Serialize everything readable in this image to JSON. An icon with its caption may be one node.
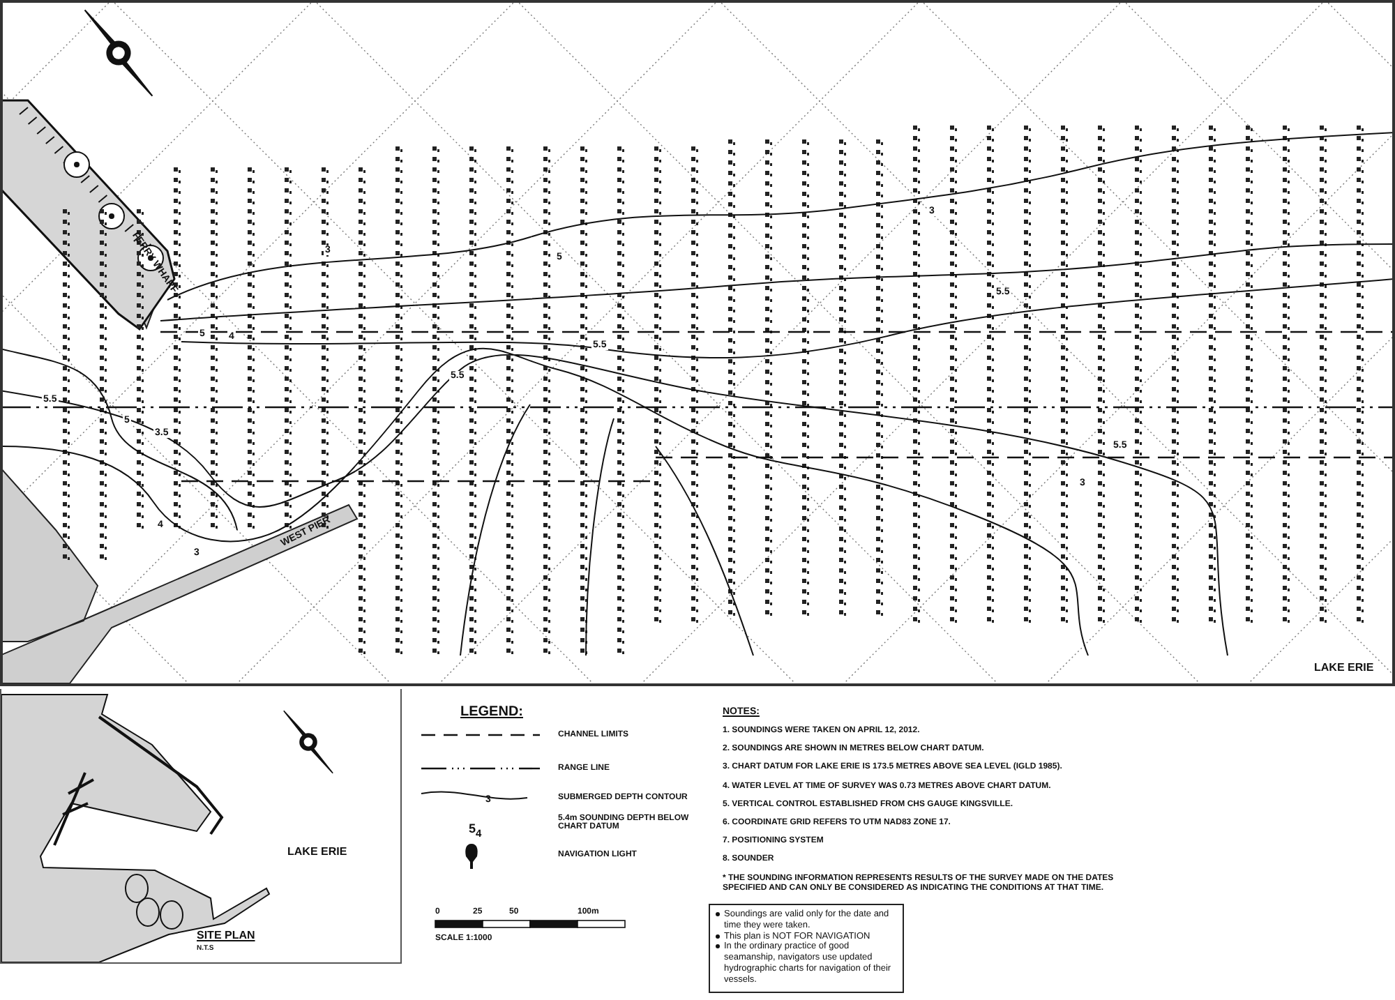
{
  "diagram": {
    "nodes": [
      {
        "text": [
          "LAKE ERIE",
          "SITE PLAN",
          "N.T.S"
        ]
      },
      {
        "text": [
          "Soundings are valid only for the date and time they were taken.",
          "This plan is NOT FOR NAVIGATION",
          "In the ordinary practice of good seamanship, navigators use updated hydrographic charts for navigation of their vessels."
        ]
      }
    ],
    "labels": [
      "FERRY WHARF",
      "3",
      "5",
      "4",
      "5.5",
      "5.5",
      "3.5",
      "5",
      "5.5",
      "5",
      "4",
      "3",
      "3",
      "5.5",
      "5.5",
      "3",
      "WEST PIER",
      "LAKE ERIE",
      "LEGEND:",
      "3",
      "5$_{4}$",
      "0",
      "25",
      "50",
      "100m",
      "SCALE 1:1000",
      "NOTES:",
      "1. SOUNDINGS WERE TAKEN ON APRIL 12, 2012.",
      "2. SOUNDINGS ARE SHOWN IN METRES BELOW CHART DATUM.",
      "3. CHART DATUM FOR LAKE ERIE IS 173.5 METRES ABOVE SEA LEVEL (IGLD 1985).",
      "4. WATER LEVEL AT TIME OF SURVEY WAS 0.73 METRES ABOVE CHART DATUM.",
      "5. VERTICAL CONTROL ESTABLISHED FROM CHS GAUGE KINGSVILLE.",
      "6. COORDINATE GRID REFERS TO UTM NAD83 ZONE 17.",
      "7. POSITIONING SYSTEM",
      "8. SOUNDER",
      "* THE SOUNDING INFORMATION REPRESENTS RESULTS OF THE SURVEY MADE ON THE DATES SPECIFIED AND CAN ONLY BE CONSIDERED AS INDICATING THE CONDITIONS AT THAT TIME."
    ],
    "legend": [
      {
        "text": "CHANNEL LIMITS"
      },
      {
        "text": "RANGE LINE"
      },
      {
        "text": "SUBMERGED DEPTH CONTOUR"
      },
      {
        "text": "5.4m SOUNDING DEPTH BELOW CHART DATUM"
      },
      {
        "text": "NAVIGATION LIGHT"
      }
    ]
  }
}
